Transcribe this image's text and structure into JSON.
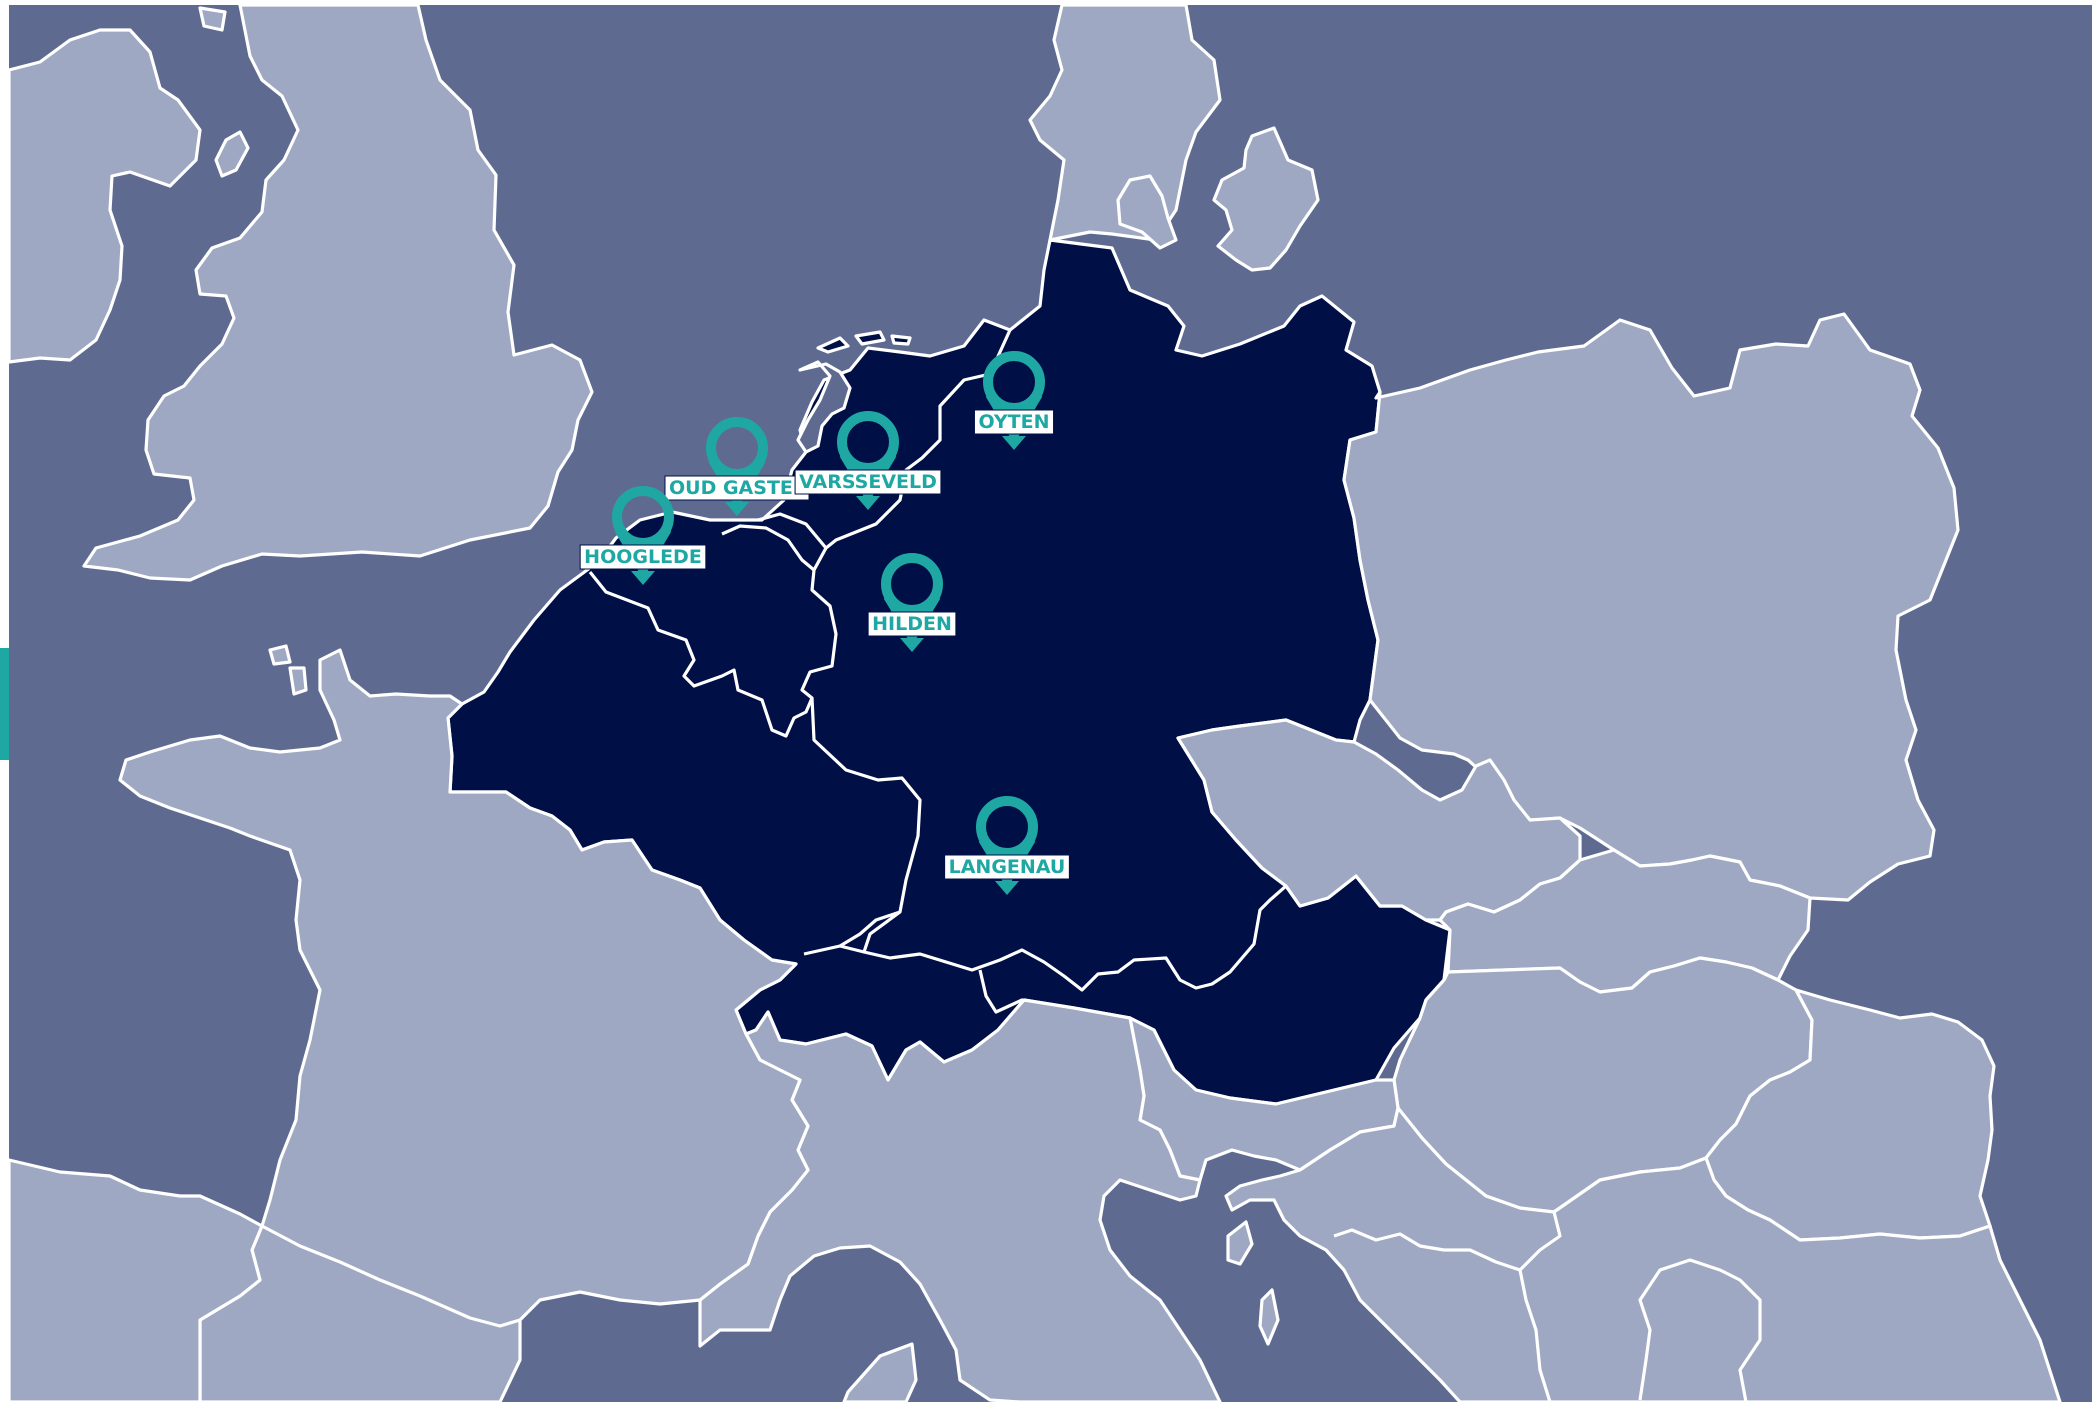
{
  "colors": {
    "sea": "#5f6a91",
    "land_other": "#9ea8c3",
    "land_highlight": "#000f45",
    "border": "#ffffff",
    "pin": "#1fa8a3",
    "label_bg": "#ffffff",
    "label_text": "#1fa8a3",
    "side_tab": "#1fa8a3"
  },
  "locations": [
    {
      "name": "OYTEN",
      "icon": "location-pin-icon"
    },
    {
      "name": "OUD GASTEL",
      "icon": "location-pin-icon"
    },
    {
      "name": "VARSSEVELD",
      "icon": "location-pin-icon"
    },
    {
      "name": "HOOGLEDE",
      "icon": "location-pin-icon"
    },
    {
      "name": "HILDEN",
      "icon": "location-pin-icon"
    },
    {
      "name": "LANGENAU",
      "icon": "location-pin-icon"
    }
  ]
}
